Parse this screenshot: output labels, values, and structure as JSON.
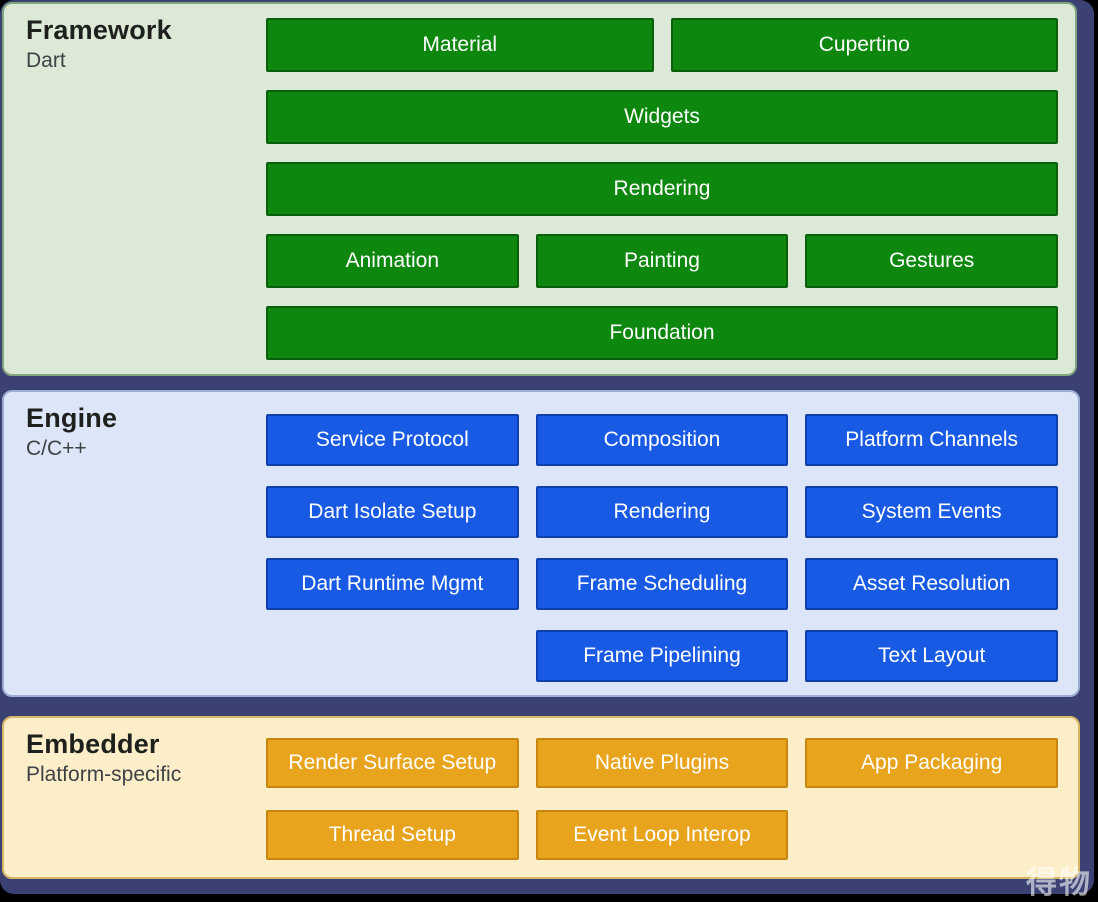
{
  "watermark": "得物",
  "colors": {
    "canvas_black": "#000000",
    "board_navy": "#3b4273",
    "framework_bg": "#dbe9d6",
    "framework_border": "#83a681",
    "framework_block": "#0d870d",
    "framework_block_border": "#0a5f0a",
    "engine_bg": "#dce6f8",
    "engine_border": "#9dadd4",
    "engine_block": "#185ae4",
    "engine_block_border": "#0d3fae",
    "embedder_bg": "#fdeeca",
    "embedder_border": "#d9b664",
    "embedder_block": "#e9a41d",
    "embedder_block_border": "#c8860e",
    "block_text": "#ffffff",
    "title_text": "#1e201e",
    "subtitle_text": "#3f4245"
  },
  "layers": [
    {
      "id": "framework",
      "title": "Framework",
      "subtitle": "Dart",
      "rows": [
        [
          {
            "label": "Material",
            "span": 3
          },
          {
            "label": "Cupertino",
            "span": 3
          }
        ],
        [
          {
            "label": "Widgets",
            "span": 6
          }
        ],
        [
          {
            "label": "Rendering",
            "span": 6
          }
        ],
        [
          {
            "label": "Animation",
            "span": 2
          },
          {
            "label": "Painting",
            "span": 2
          },
          {
            "label": "Gestures",
            "span": 2
          }
        ],
        [
          {
            "label": "Foundation",
            "span": 6
          }
        ]
      ]
    },
    {
      "id": "engine",
      "title": "Engine",
      "subtitle": "C/C++",
      "rows": [
        [
          {
            "label": "Service Protocol",
            "span": 2
          },
          {
            "label": "Composition",
            "span": 2
          },
          {
            "label": "Platform Channels",
            "span": 2
          }
        ],
        [
          {
            "label": "Dart Isolate Setup",
            "span": 2
          },
          {
            "label": "Rendering",
            "span": 2
          },
          {
            "label": "System Events",
            "span": 2
          }
        ],
        [
          {
            "label": "Dart Runtime Mgmt",
            "span": 2
          },
          {
            "label": "Frame Scheduling",
            "span": 2
          },
          {
            "label": "Asset Resolution",
            "span": 2
          }
        ],
        [
          {
            "label": "Frame Pipelining",
            "span": 2,
            "start": 3
          },
          {
            "label": "Text Layout",
            "span": 2
          }
        ]
      ]
    },
    {
      "id": "embedder",
      "title": "Embedder",
      "subtitle": "Platform-specific",
      "rows": [
        [
          {
            "label": "Render Surface Setup",
            "span": 2
          },
          {
            "label": "Native Plugins",
            "span": 2
          },
          {
            "label": "App Packaging",
            "span": 2
          }
        ],
        [
          {
            "label": "Thread Setup",
            "span": 2
          },
          {
            "label": "Event Loop Interop",
            "span": 2
          }
        ]
      ]
    }
  ]
}
